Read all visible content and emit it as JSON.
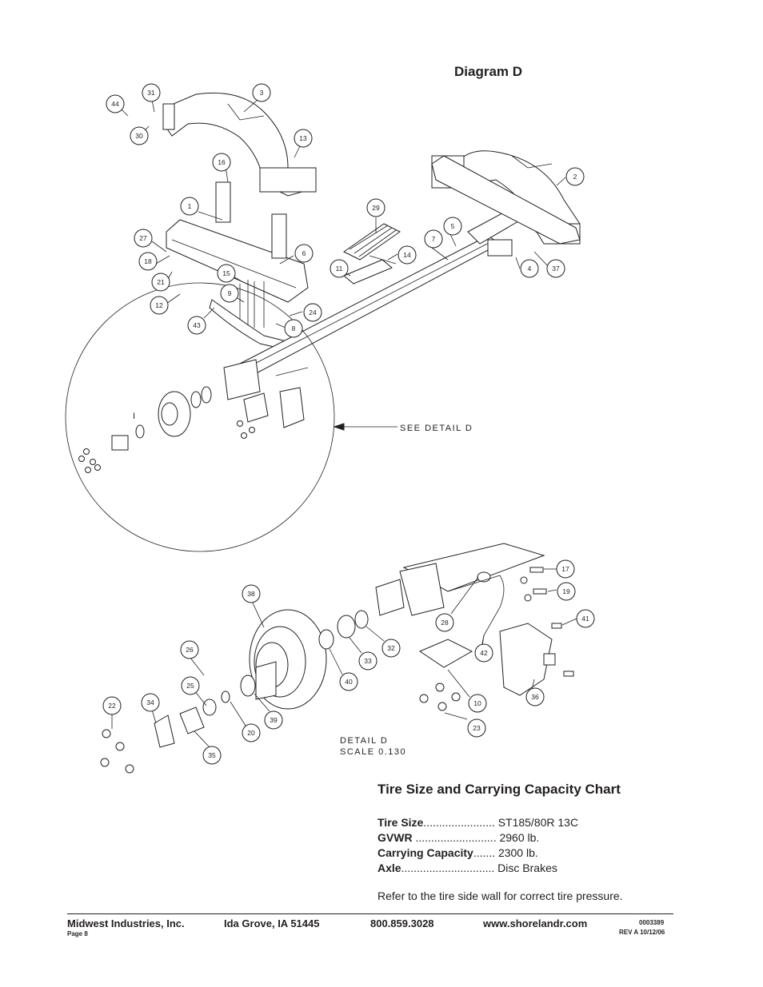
{
  "diagram": {
    "title": "Diagram D",
    "see_detail_label": "SEE DETAIL  D",
    "detail_label": "DETAIL  D",
    "scale_label": "SCALE  0.130",
    "detail_marker": "I",
    "callouts": [
      "44",
      "31",
      "30",
      "3",
      "13",
      "16",
      "1",
      "27",
      "18",
      "21",
      "12",
      "43",
      "15",
      "9",
      "6",
      "24",
      "8",
      "29",
      "11",
      "14",
      "7",
      "5",
      "2",
      "4",
      "37",
      "38",
      "26",
      "25",
      "22",
      "34",
      "35",
      "20",
      "39",
      "40",
      "33",
      "32",
      "28",
      "42",
      "10",
      "23",
      "17",
      "19",
      "41",
      "36"
    ]
  },
  "chart": {
    "title": "Tire Size and Carrying Capacity Chart",
    "specs": [
      {
        "label": "Tire Size",
        "dots": ".......................",
        "value": "ST185/80R 13C"
      },
      {
        "label": "GVWR",
        "dots": "..........................",
        "value": "2960 lb."
      },
      {
        "label": "Carrying Capacity",
        "dots": ".......",
        "value": "2300 lb."
      },
      {
        "label": "Axle",
        "dots": "..............................",
        "value": "Disc Brakes"
      }
    ],
    "note": "Refer to the tire side wall for correct tire pressure."
  },
  "footer": {
    "company": "Midwest Industries, Inc.",
    "location": "Ida Grove, IA  51445",
    "phone": "800.859.3028",
    "website": "www.shorelandr.com",
    "page": "Page 8",
    "doc_number": "0003389",
    "revision": "REV A  10/12/06"
  }
}
